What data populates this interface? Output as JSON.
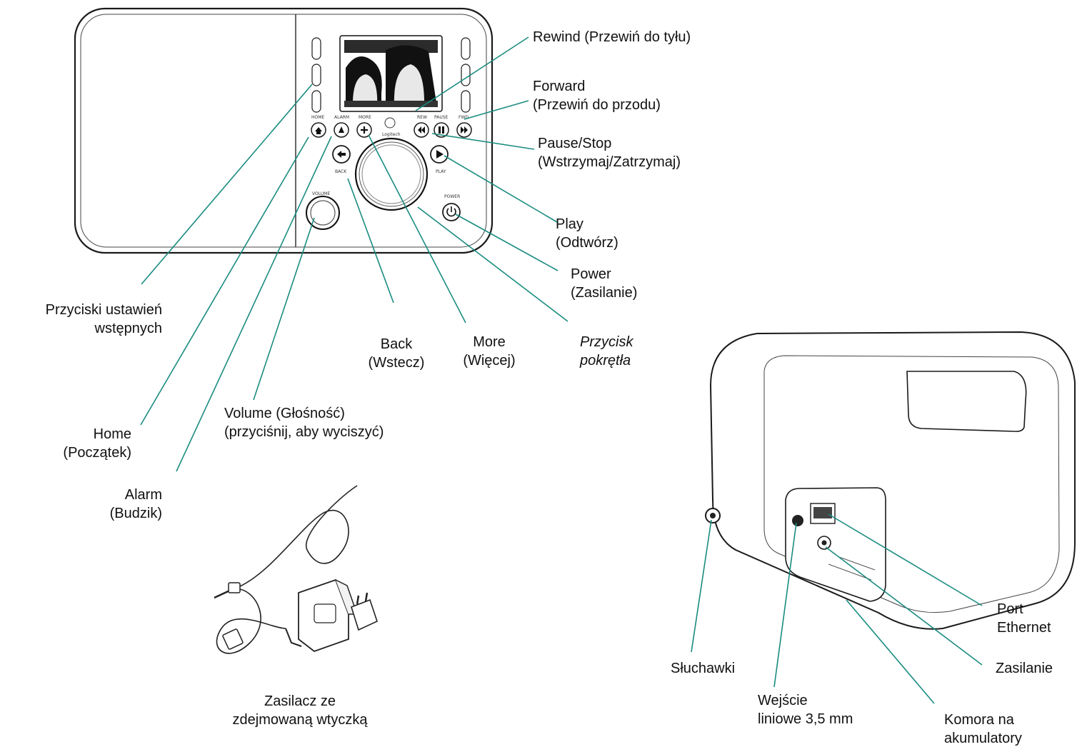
{
  "front_labels": {
    "rewind": [
      "Rewind (Przewiń do tyłu)"
    ],
    "forward": [
      "Forward",
      "(Przewiń do przodu)"
    ],
    "pause": [
      "Pause/Stop",
      "(Wstrzymaj/Zatrzymaj)"
    ],
    "play": [
      "Play",
      "(Odtwórz)"
    ],
    "power": [
      "Power",
      "(Zasilanie)"
    ],
    "presets": [
      "Przyciski ustawień",
      "wstępnych"
    ],
    "back": [
      "Back",
      "(Wstecz)"
    ],
    "more": [
      "More",
      "(Więcej)"
    ],
    "knob": [
      "Przycisk",
      "pokrętła"
    ],
    "volume": [
      "Volume (Głośność)",
      "(przyciśnij, aby wyciszyć)"
    ],
    "home": [
      "Home",
      "(Początek)"
    ],
    "alarm": [
      "Alarm",
      "(Budzik)"
    ]
  },
  "adapter_label": [
    "Zasilacz ze",
    "zdejmowaną wtyczką"
  ],
  "back_labels": {
    "headphones": [
      "Słuchawki"
    ],
    "line_in": [
      "Wejście",
      "liniowe 3,5 mm"
    ],
    "ethernet": [
      "Port",
      "Ethernet"
    ],
    "power": [
      "Zasilanie"
    ],
    "battery": [
      "Komora na",
      "akumulatory"
    ]
  },
  "device_markings": {
    "home": "HOME",
    "alarm": "ALARM",
    "more": "MORE",
    "rew": "REW",
    "pause": "PAUSE",
    "fwd": "FWD",
    "back": "BACK",
    "play": "PLAY",
    "volume": "VOLUME",
    "power": "POWER",
    "brand": "Logitech"
  },
  "colors": {
    "leader": "#1a8c80",
    "outline": "#1a1a1a"
  }
}
